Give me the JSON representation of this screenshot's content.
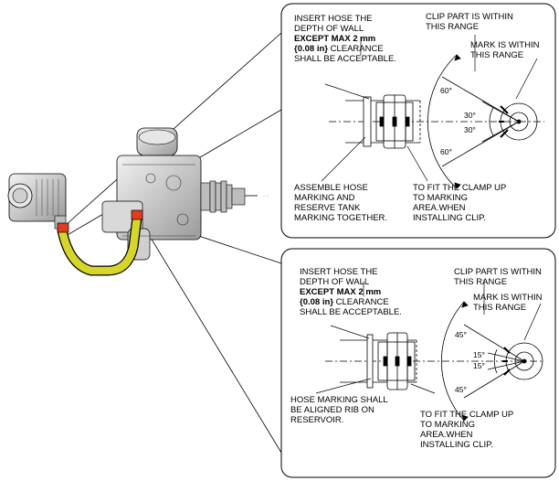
{
  "top_panel": {
    "insert_line1": "INSERT HOSE THE",
    "insert_line2": "DEPTH OF WALL",
    "insert_line3": "EXCEPT MAX 2 mm",
    "insert_line4_bold": "{0.08 in}",
    "insert_line4_rest": " CLEARANCE",
    "insert_line5": "SHALL BE ACCEPTABLE.",
    "clip_line1": "CLIP PART IS WITHIN",
    "clip_line2": "THIS RANGE",
    "mark_line1": "MARK IS WITHIN",
    "mark_line2": "THIS RANGE",
    "angle_outer_top": "60°",
    "angle_outer_bottom": "60°",
    "angle_inner_top": "30°",
    "angle_inner_bottom": "30°",
    "assemble_line1": "ASSEMBLE HOSE",
    "assemble_line2": "MARKING AND",
    "assemble_line3": "RESERVE TANK",
    "assemble_line4": "MARKING TOGETHER.",
    "fit_line1": "TO FIT THE CLAMP UP",
    "fit_line2": "TO MARKING",
    "fit_line3": "AREA.WHEN",
    "fit_line4": "INSTALLING CLIP."
  },
  "bottom_panel": {
    "insert_line1": "INSERT HOSE THE",
    "insert_line2": "DEPTH OF WALL",
    "insert_line3": "EXCEPT MAX 2 mm",
    "insert_line4_bold": "{0.08 in}",
    "insert_line4_rest": " CLEARANCE",
    "insert_line5": "SHALL BE ACCEPTABLE.",
    "clip_line1": "CLIP PART IS WITHIN",
    "clip_line2": "THIS RANGE",
    "mark_line1": "MARK IS WITHIN",
    "mark_line2": "THIS RANGE",
    "angle_outer_top": "45°",
    "angle_outer_bottom": "45°",
    "angle_inner_top": "15°",
    "angle_inner_bottom": "15°",
    "hose_line1": "HOSE MARKING SHALL",
    "hose_line2": "BE ALIGNED RIB ON",
    "hose_line3": "RESERVOIR.",
    "fit_line1": "TO FIT THE CLAMP UP",
    "fit_line2": "TO MARKING",
    "fit_line3": "AREA.WHEN",
    "fit_line4": "INSTALLING CLIP."
  },
  "colors": {
    "hose": "#d6d62a",
    "clamp": "#e23b1f",
    "line": "#000000",
    "part": "#c8c8c8"
  }
}
